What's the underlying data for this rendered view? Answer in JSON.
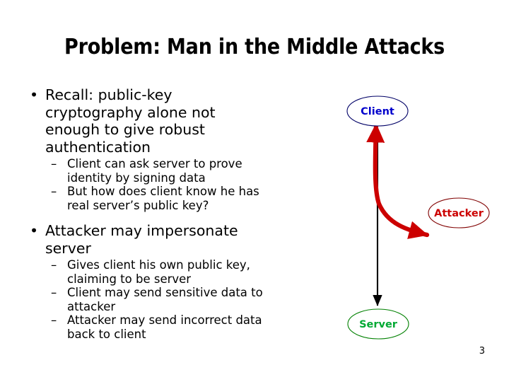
{
  "slide": {
    "title": "Problem: Man in the Middle Attacks",
    "page_number": "3",
    "bullet_glyph": "•",
    "dash_glyph": "–"
  },
  "content": {
    "bullets": [
      {
        "text": "Recall: public-key cryptography alone not enough to give robust authentication",
        "sub": [
          "Client can ask server to prove identity by signing data",
          "But how does client know he has real server’s public key?"
        ]
      },
      {
        "text": "Attacker may impersonate server",
        "sub": [
          "Gives client his own public key, claiming to be server",
          "Client may send sensitive data to attacker",
          "Attacker may send incorrect data back to client"
        ]
      }
    ]
  },
  "diagram": {
    "nodes": [
      {
        "id": "client",
        "label": "Client",
        "text_color": "#0000cc",
        "stroke_color": "#000066"
      },
      {
        "id": "attacker",
        "label": "Attacker",
        "text_color": "#cc0000",
        "stroke_color": "#800000"
      },
      {
        "id": "server",
        "label": "Server",
        "text_color": "#00a933",
        "stroke_color": "#008000"
      }
    ],
    "edges": [
      {
        "id": "client-server-link",
        "from": "client",
        "to": "server",
        "color": "#000000",
        "style": "straight-arrow"
      },
      {
        "id": "client-attacker-link",
        "from": "client",
        "to": "attacker",
        "color": "#cc0000",
        "style": "curved-double-arrow"
      }
    ]
  }
}
